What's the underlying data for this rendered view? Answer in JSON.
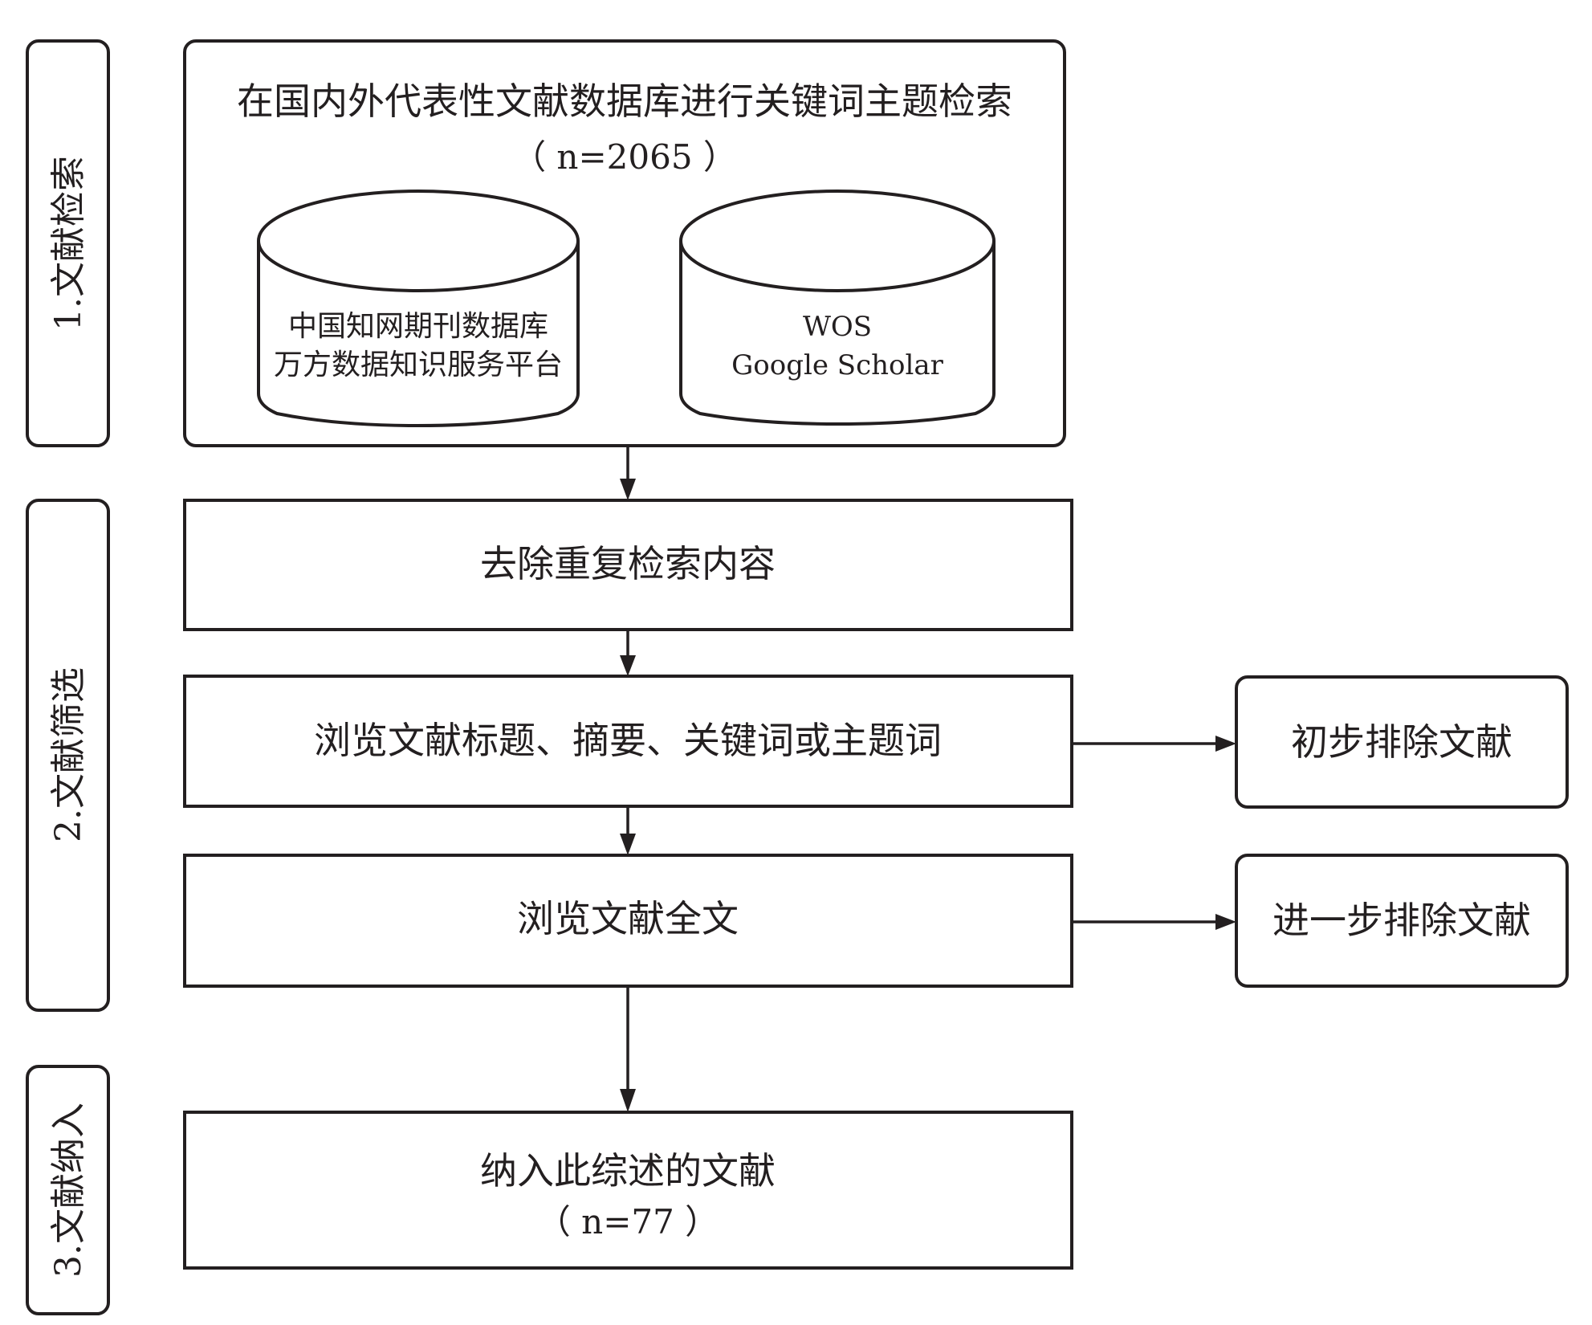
{
  "phases": [
    {
      "label": "1.文献检索"
    },
    {
      "label": "2.文献筛选"
    },
    {
      "label": "3.文献纳入"
    }
  ],
  "search_box": {
    "title": "在国内外代表性文献数据库进行关键词主题检索",
    "count": "（ n=2065 ）",
    "databases": [
      {
        "lines": [
          "中国知网期刊数据库",
          "万方数据知识服务平台"
        ]
      },
      {
        "lines": [
          "WOS",
          "Google Scholar"
        ]
      }
    ]
  },
  "steps": [
    {
      "text": "去除重复检索内容"
    },
    {
      "text": "浏览文献标题、摘要、关键词或主题词"
    },
    {
      "text": "浏览文献全文"
    }
  ],
  "exclusions": [
    {
      "text": "初步排除文献"
    },
    {
      "text": "进一步排除文献"
    }
  ],
  "result": {
    "text": "纳入此综述的文献",
    "count": "（ n=77 ）"
  },
  "colors": {
    "stroke": "#231f20",
    "background": "#ffffff"
  }
}
